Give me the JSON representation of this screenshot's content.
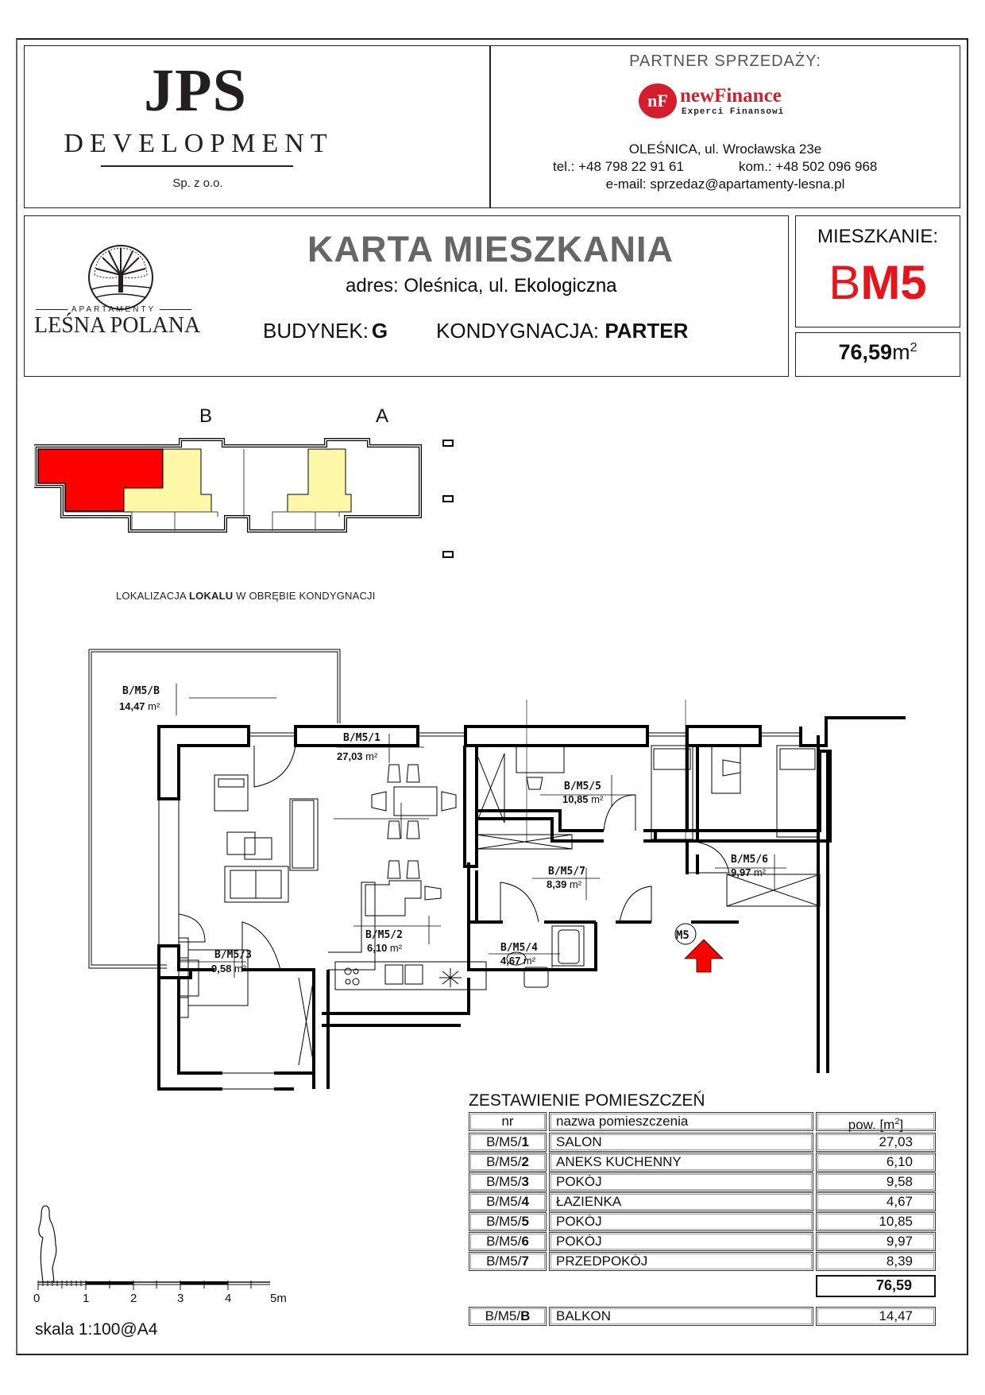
{
  "developer": {
    "name_line1": "JPS",
    "name_line2": "DEVELOPMENT",
    "legal_form": "Sp. z o.o."
  },
  "partner": {
    "title": "PARTNER SPRZEDAŻY:",
    "logo_mark": "nF",
    "brand": "newFinance",
    "tagline": "Experci Finansowi",
    "address": "OLEŚNICA, ul. Wrocławska 23e",
    "phone": "tel.: +48 798 22 91 61",
    "mobile": "kom.: +48 502 096 968",
    "email": "e-mail: sprzedaz@apartamenty-lesna.pl",
    "brand_color": "#d41e2d"
  },
  "project": {
    "logo_top": "APARTAMENTY",
    "logo_name": "LEŚNA POLANA"
  },
  "card": {
    "title": "KARTA MIESZKANIA",
    "address_prefix": "adres: Oleśnica, ul.",
    "address_street": "Ekologiczna",
    "building_label": "BUDYNEK:",
    "building_value": "G",
    "floor_label": "KONDYGNACJA:",
    "floor_value": "PARTER"
  },
  "apartment": {
    "label": "MIESZKANIE:",
    "code_prefix": "B",
    "code": "M5",
    "area": "76,59",
    "area_unit": "m",
    "area_sup": "2",
    "accent_color": "#e8141b"
  },
  "key_plan": {
    "stairwell_b": "B",
    "stairwell_a": "A",
    "caption_pre": "LOKALIZACJA ",
    "caption_bold": "LOKALU",
    "caption_post": " W OBRĘBIE KONDYGNACJI",
    "highlight_color": "#ff0000",
    "stair_color": "#fcf8a8"
  },
  "floor_plan": {
    "entrance_tag": "M5",
    "rooms": [
      {
        "id": "B/M5/B",
        "area": "14,47"
      },
      {
        "id": "B/M5/1",
        "area": "27,03"
      },
      {
        "id": "B/M5/2",
        "area": "6,10"
      },
      {
        "id": "B/M5/3",
        "area": "9,58"
      },
      {
        "id": "B/M5/4",
        "area": "4,67"
      },
      {
        "id": "B/M5/5",
        "area": "10,85"
      },
      {
        "id": "B/M5/6",
        "area": "9,97"
      },
      {
        "id": "B/M5/7",
        "area": "8,39"
      }
    ],
    "unit": "m",
    "unit_sup": "2"
  },
  "scale": {
    "ticks": [
      "0",
      "1",
      "2",
      "3",
      "4",
      "5m"
    ],
    "label": "skala 1:100@A4"
  },
  "rooms_table": {
    "title": "ZESTAWIENIE POMIESZCZEŃ",
    "headers": {
      "nr": "nr",
      "name": "nazwa pomieszczenia",
      "area": "pow. [m",
      "area_sup": "2",
      "area_close": "]"
    },
    "rows": [
      {
        "prefix": "B/M5/",
        "num": "1",
        "name": "SALON",
        "area": "27,03"
      },
      {
        "prefix": "B/M5/",
        "num": "2",
        "name": "ANEKS KUCHENNY",
        "area": "6,10"
      },
      {
        "prefix": "B/M5/",
        "num": "3",
        "name": "POKÓJ",
        "area": "9,58"
      },
      {
        "prefix": "B/M5/",
        "num": "4",
        "name": "ŁAZIENKA",
        "area": "4,67"
      },
      {
        "prefix": "B/M5/",
        "num": "5",
        "name": "POKÓJ",
        "area": "10,85"
      },
      {
        "prefix": "B/M5/",
        "num": "6",
        "name": "POKÓJ",
        "area": "9,97"
      },
      {
        "prefix": "B/M5/",
        "num": "7",
        "name": "PRZEDPOKÓJ",
        "area": "8,39"
      }
    ],
    "total": "76,59",
    "extra_row": {
      "prefix": "B/M5/",
      "num": "B",
      "name": "BALKON",
      "area": "14,47"
    }
  }
}
